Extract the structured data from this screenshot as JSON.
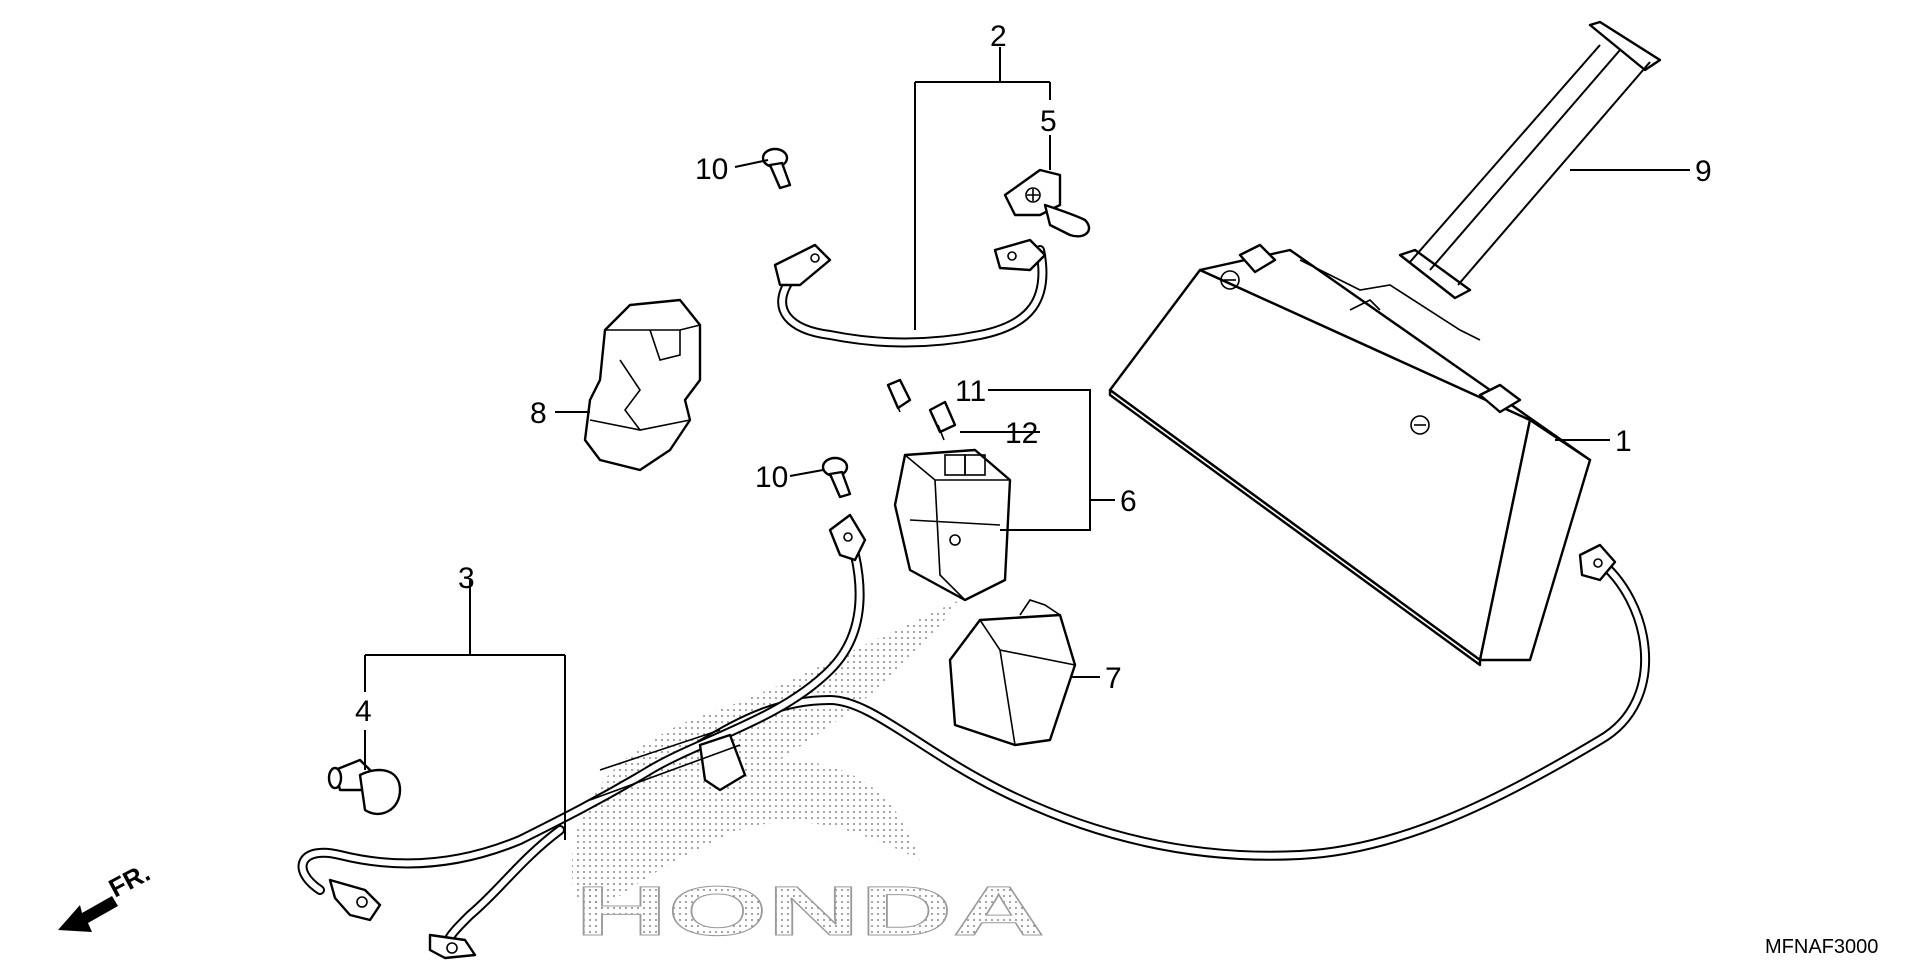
{
  "diagram": {
    "drawing_code": "MFNAF3000",
    "direction_label": "FR.",
    "watermark": "HONDA",
    "callouts": {
      "c1": "1",
      "c2": "2",
      "c3": "3",
      "c4": "4",
      "c5": "5",
      "c6": "6",
      "c7": "7",
      "c8": "8",
      "c9": "9",
      "c10a": "10",
      "c10b": "10",
      "c11": "11",
      "c12": "12"
    }
  }
}
